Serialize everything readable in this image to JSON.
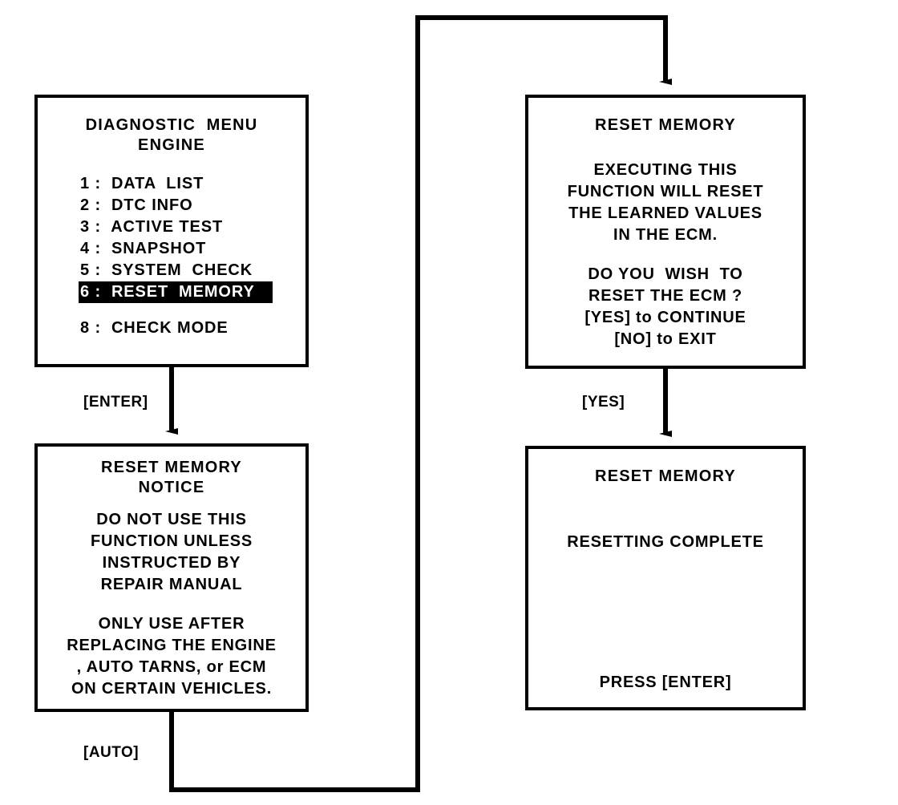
{
  "diagram": {
    "type": "flowchart",
    "title": "Reset Memory procedure flow",
    "boxes": {
      "diagnostic_menu": {
        "title_line1": "DIAGNOSTIC  MENU",
        "title_line2": "ENGINE",
        "items": [
          {
            "label": "1 :  DATA  LIST",
            "selected": false
          },
          {
            "label": "2 :  DTC INFO",
            "selected": false
          },
          {
            "label": "3 :  ACTIVE TEST",
            "selected": false
          },
          {
            "label": "4 :  SNAPSHOT",
            "selected": false
          },
          {
            "label": "5 :  SYSTEM  CHECK",
            "selected": false
          },
          {
            "label": "6 :  RESET  MEMORY",
            "selected": true
          },
          {
            "label": "8 :  CHECK MODE",
            "selected": false
          }
        ]
      },
      "reset_notice": {
        "title_line1": "RESET MEMORY",
        "title_line2": "NOTICE",
        "para1": [
          "DO NOT USE THIS",
          "FUNCTION UNLESS",
          "INSTRUCTED BY",
          "REPAIR MANUAL"
        ],
        "para2": [
          "ONLY USE AFTER",
          "REPLACING THE ENGINE",
          ", AUTO TARNS, or ECM",
          "ON CERTAIN VEHICLES."
        ]
      },
      "reset_confirm": {
        "title": "RESET MEMORY",
        "para1": [
          "EXECUTING THIS",
          "FUNCTION WILL RESET",
          "THE LEARNED VALUES",
          "IN THE ECM."
        ],
        "para2": [
          "DO YOU  WISH  TO",
          "RESET THE ECM ?",
          "[YES] to CONTINUE",
          "[NO] to EXIT"
        ]
      },
      "reset_complete": {
        "title": "RESET MEMORY",
        "status": "RESETTING COMPLETE",
        "prompt": "PRESS [ENTER]"
      }
    },
    "connectors": [
      {
        "name": "enter",
        "label": "[ENTER]",
        "from": "diagnostic_menu",
        "to": "reset_notice"
      },
      {
        "name": "auto",
        "label": "[AUTO]",
        "from": "reset_notice",
        "to": "reset_confirm"
      },
      {
        "name": "yes",
        "label": "[YES]",
        "from": "reset_confirm",
        "to": "reset_complete"
      }
    ],
    "colors": {
      "ink": "#000000",
      "paper": "#ffffff",
      "highlight_bg": "#000000",
      "highlight_fg": "#ffffff"
    }
  }
}
